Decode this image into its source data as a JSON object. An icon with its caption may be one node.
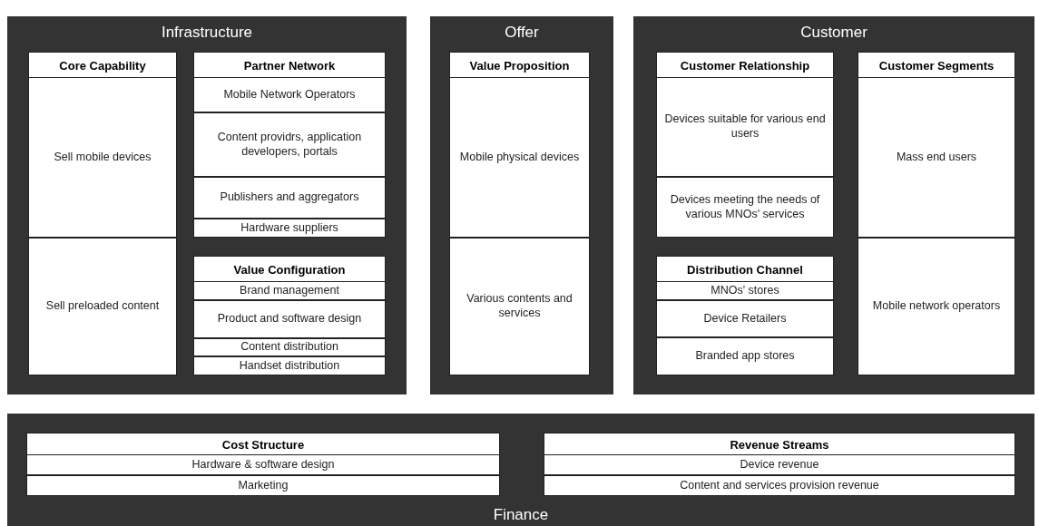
{
  "diagram": {
    "nodes": [
      {
        "text": [
          "Infrastructure"
        ]
      },
      {
        "text": [
          "Core Capability"
        ],
        "in": 0
      },
      {
        "text": [
          "Sell mobile devices"
        ],
        "in": 1
      },
      {
        "text": [
          "Sell preloaded content"
        ],
        "in": 1
      },
      {
        "text": [
          "Partner Network"
        ],
        "in": 0
      },
      {
        "text": [
          "Mobile Network Operators"
        ],
        "in": 4
      },
      {
        "text": [
          "Content providrs, application developers, portals"
        ],
        "in": 4
      },
      {
        "text": [
          "Publishers and aggregators"
        ],
        "in": 4
      },
      {
        "text": [
          "Hardware suppliers"
        ],
        "in": 4
      },
      {
        "text": [
          "Value Configuration"
        ],
        "in": 0
      },
      {
        "text": [
          "Brand management"
        ],
        "in": 9
      },
      {
        "text": [
          "Product and software design"
        ],
        "in": 9
      },
      {
        "text": [
          "Content distribution"
        ],
        "in": 9
      },
      {
        "text": [
          "Handset distribution"
        ],
        "in": 9
      },
      {
        "text": [
          "Offer"
        ]
      },
      {
        "text": [
          "Value Proposition"
        ],
        "in": 14
      },
      {
        "text": [
          "Mobile physical devices"
        ],
        "in": 15
      },
      {
        "text": [
          "Various contents and services"
        ],
        "in": 15
      },
      {
        "text": [
          "Customer"
        ]
      },
      {
        "text": [
          "Customer Relationship"
        ],
        "in": 18
      },
      {
        "text": [
          "Devices suitable for various end users"
        ],
        "in": 19
      },
      {
        "text": [
          "Devices meeting the needs of various MNOs' services"
        ],
        "in": 19
      },
      {
        "text": [
          "Distribution Channel"
        ],
        "in": 18
      },
      {
        "text": [
          "MNOs' stores"
        ],
        "in": 22
      },
      {
        "text": [
          "Device Retailers"
        ],
        "in": 22
      },
      {
        "text": [
          "Branded app stores"
        ],
        "in": 22
      },
      {
        "text": [
          "Customer Segments"
        ],
        "in": 18
      },
      {
        "text": [
          "Mass end users"
        ],
        "in": 26
      },
      {
        "text": [
          "Mobile network operators"
        ],
        "in": 26
      },
      {
        "text": [
          "Finance"
        ]
      },
      {
        "text": [
          "Cost Structure"
        ],
        "in": 29
      },
      {
        "text": [
          "Hardware & software design"
        ],
        "in": 30
      },
      {
        "text": [
          "Marketing"
        ],
        "in": 30
      },
      {
        "text": [
          "Revenue Streams"
        ],
        "in": 29
      },
      {
        "text": [
          "Device revenue"
        ],
        "in": 33
      },
      {
        "text": [
          "Content and services provision revenue"
        ],
        "in": 33
      }
    ]
  }
}
